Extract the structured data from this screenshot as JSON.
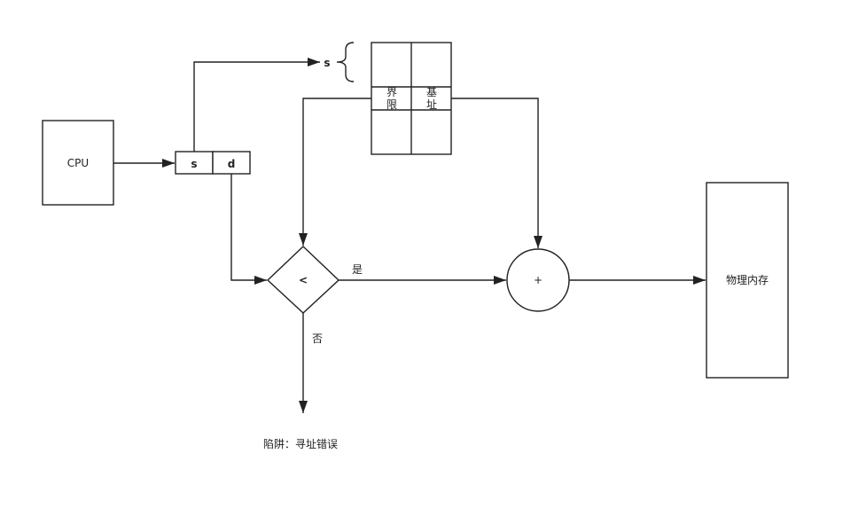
{
  "nodes": {
    "cpu": "CPU",
    "addr_s": "s",
    "addr_d": "d",
    "seg_pointer": "s",
    "limit": [
      "界",
      "限"
    ],
    "base": [
      "基",
      "址"
    ],
    "compare": "<",
    "adder": "+",
    "memory": "物理内存",
    "trap": "陷阱：寻址错误"
  },
  "edges": {
    "yes": "是",
    "no": "否"
  }
}
